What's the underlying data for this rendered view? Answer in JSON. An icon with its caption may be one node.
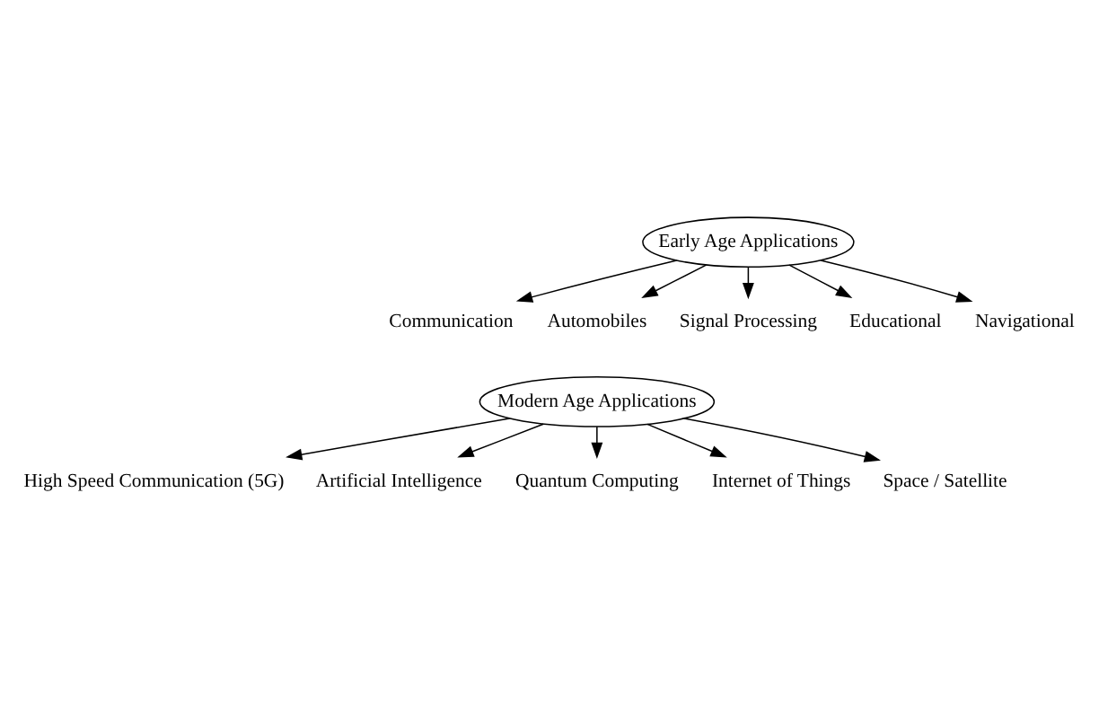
{
  "diagram": {
    "nodes": [
      {
        "text": [
          "Early Age Applications"
        ]
      },
      {
        "text": [
          "Communication"
        ]
      },
      {
        "text": [
          "Automobiles"
        ]
      },
      {
        "text": [
          "Signal Processing"
        ]
      },
      {
        "text": [
          "Educational"
        ]
      },
      {
        "text": [
          "Navigational"
        ]
      },
      {
        "text": [
          "Modern Age Applications"
        ]
      },
      {
        "text": [
          "High Speed Communication (5G)"
        ]
      },
      {
        "text": [
          "Artificial Intelligence"
        ]
      },
      {
        "text": [
          "Quantum Computing"
        ]
      },
      {
        "text": [
          "Internet of Things"
        ]
      },
      {
        "text": [
          "Space / Satellite"
        ]
      }
    ],
    "edges": [
      {
        "from": 0,
        "to": 1,
        "arrow": "to"
      },
      {
        "from": 0,
        "to": 2,
        "arrow": "to"
      },
      {
        "from": 0,
        "to": 3,
        "arrow": "to"
      },
      {
        "from": 0,
        "to": 4,
        "arrow": "to"
      },
      {
        "from": 0,
        "to": 5,
        "arrow": "to"
      },
      {
        "from": 6,
        "to": 7,
        "arrow": "to"
      },
      {
        "from": 6,
        "to": 8,
        "arrow": "to"
      },
      {
        "from": 6,
        "to": 9,
        "arrow": "to"
      },
      {
        "from": 6,
        "to": 10,
        "arrow": "to"
      },
      {
        "from": 6,
        "to": 11,
        "arrow": "to"
      }
    ]
  }
}
